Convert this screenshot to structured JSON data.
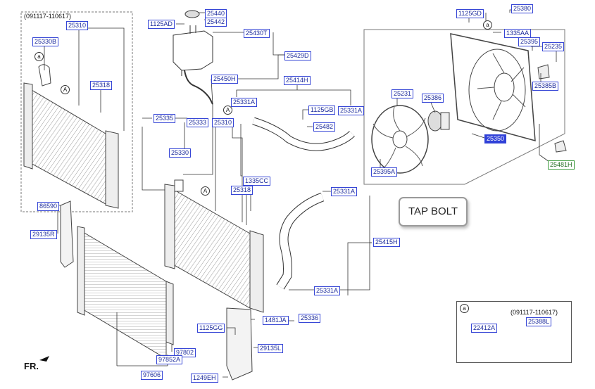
{
  "labels": {
    "p25310a": "25310",
    "p25330b": "25330B",
    "p25318a": "25318",
    "p25440": "25440",
    "p1125ad": "1125AD",
    "p25442": "25442",
    "p25430t": "25430T",
    "p25429d": "25429D",
    "p25450h": "25450H",
    "p25414h": "25414H",
    "p25331a_a": "25331A",
    "p1125gb": "1125GB",
    "p25331a_b": "25331A",
    "p25482": "25482",
    "p25335": "25335",
    "p25333": "25333",
    "p25310b": "25310",
    "p25330": "25330",
    "p1335cc": "1335CC",
    "p25318b": "25318",
    "p25331a_c": "25331A",
    "p25415h": "25415H",
    "p25331a_d": "25331A",
    "p1125gd": "1125GD",
    "p25380": "25380",
    "p1335aa": "1335AA",
    "p25395": "25395",
    "p25235": "25235",
    "p25231": "25231",
    "p25386": "25386",
    "p25385b": "25385B",
    "p25350": "25350",
    "p25395a": "25395A",
    "p25481h": "25481H",
    "p86590": "86590",
    "p29135r": "29135R",
    "p1125gg": "1125GG",
    "p1481ja": "1481JA",
    "p25336": "25336",
    "p29135l": "29135L",
    "p97802": "97802",
    "p97852a": "97852A",
    "p97606": "97606",
    "p1249eh": "1249EH",
    "p22412a": "22412A",
    "p25388l": "25388L"
  },
  "texts": {
    "date_range_top": "(091117-110617)",
    "date_range_legend": "(091117-110617)",
    "circle_a": "A",
    "circle_a_small": "a",
    "tap_bolt": "TAP BOLT",
    "fr": "FR."
  },
  "colors": {
    "label_border": "#3646d6",
    "label_text": "#1b2a9c",
    "highlight_fill": "#2f40d8",
    "green_label": "#3b9a3b",
    "line": "#333333"
  }
}
